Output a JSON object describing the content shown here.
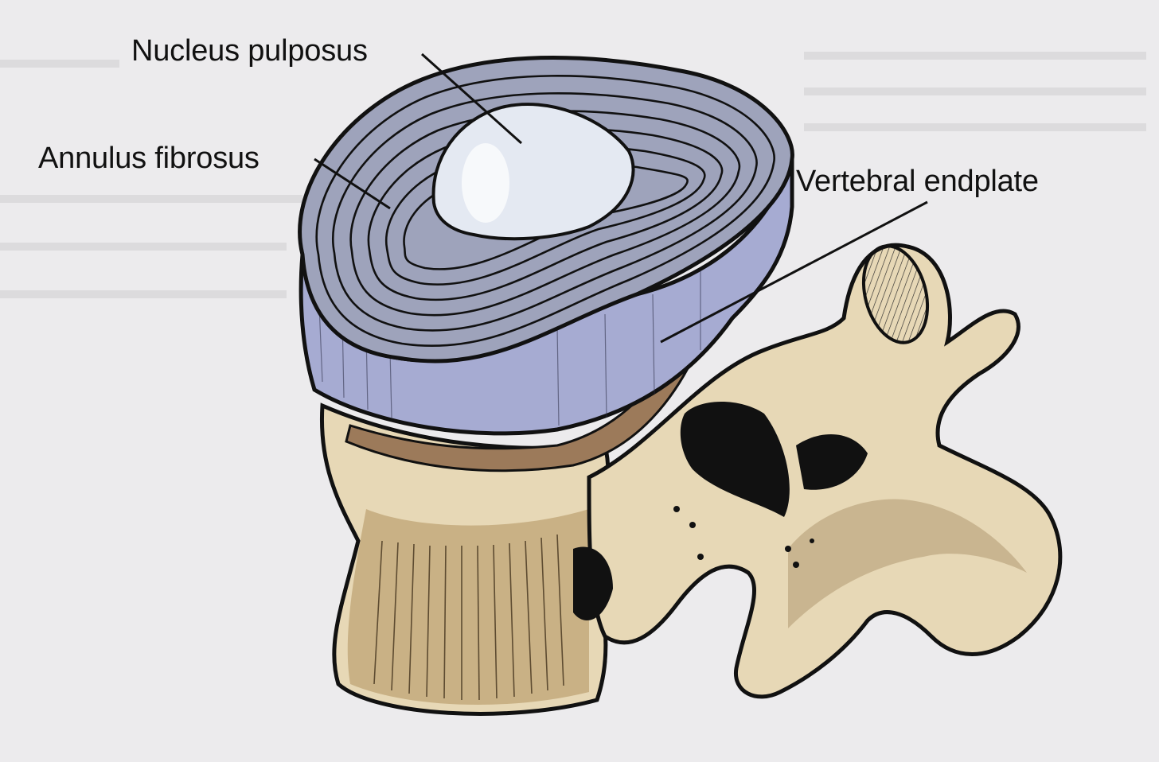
{
  "figure": {
    "labels": {
      "nucleus": "Nucleus pulposus",
      "annulus": "Annulus fibrosus",
      "endplate": "Vertebral endplate"
    },
    "colors": {
      "background": "#ecebed",
      "disc_top": "#9ea3bb",
      "disc_side": "#a6abd2",
      "nucleus": "#e4e9f2",
      "bone": "#e7d8b6",
      "bone_shadow": "#b59f77",
      "endplate": "#9c7a5a",
      "outline": "#111111"
    }
  }
}
